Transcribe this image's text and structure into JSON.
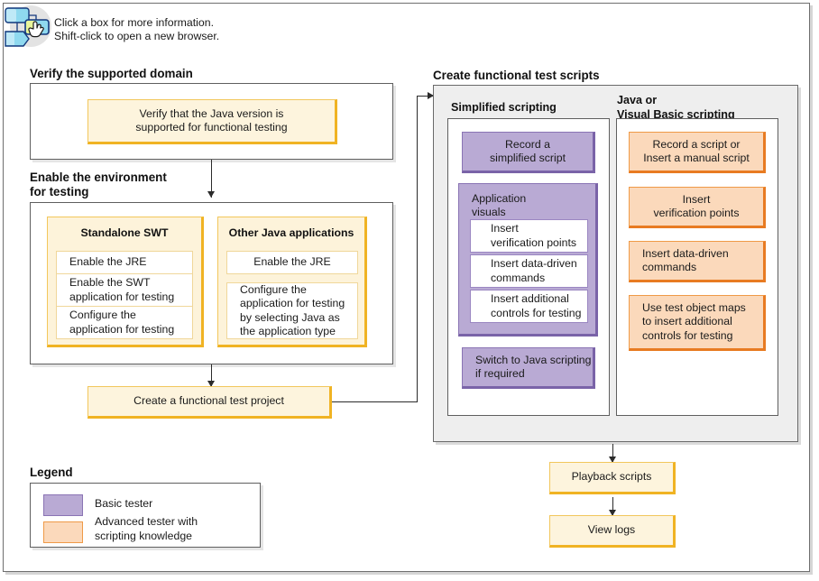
{
  "hint": {
    "icon": "diagram-click-icon",
    "line1": "Click a box for more information.",
    "line2": "Shift-click to open a new browser."
  },
  "sections": {
    "verify": {
      "heading": "Verify the supported domain",
      "node": "Verify that the Java version is\nsupported for functional testing"
    },
    "enable": {
      "heading": "Enable the environment\nfor testing",
      "groups": [
        {
          "title": "Standalone SWT",
          "steps": [
            "Enable the JRE",
            "Enable the SWT\napplication for testing",
            "Configure the\napplication for testing"
          ]
        },
        {
          "title": "Other Java applications",
          "steps": [
            "Enable the JRE",
            "Configure the\napplication for testing\nby selecting Java as\nthe application type"
          ]
        }
      ]
    },
    "project": {
      "node": "Create a functional test project"
    },
    "scripts": {
      "heading": "Create functional test scripts",
      "columns": [
        {
          "title": "Simplified scripting",
          "kind": "basic",
          "nodes": [
            {
              "type": "node",
              "label": "Record a\nsimplified script"
            },
            {
              "type": "group",
              "label": "Application\nvisuals",
              "steps": [
                "Insert\nverification points",
                "Insert data-driven\ncommands",
                "Insert additional\ncontrols for testing"
              ]
            },
            {
              "type": "node",
              "label": "Switch to Java scripting\nif required"
            }
          ]
        },
        {
          "title": "Java or\nVisual Basic scripting",
          "kind": "advanced",
          "nodes": [
            {
              "type": "node",
              "label": "Record a script or\nInsert a manual script"
            },
            {
              "type": "node",
              "label": "Insert\nverification points"
            },
            {
              "type": "node",
              "label": "Insert data-driven\ncommands"
            },
            {
              "type": "node",
              "label": "Use test object maps\nto insert additional\ncontrols for testing"
            }
          ]
        }
      ]
    },
    "playback": {
      "node": "Playback scripts"
    },
    "logs": {
      "node": "View logs"
    }
  },
  "legend": {
    "heading": "Legend",
    "items": [
      {
        "swatch": "basic-tester-swatch",
        "label": "Basic tester"
      },
      {
        "swatch": "advanced-tester-swatch",
        "label": "Advanced tester with\nscripting knowledge"
      }
    ]
  },
  "colors": {
    "yellow_fill": "#fdf4dd",
    "yellow_border": "#f0b323",
    "purple_fill": "#b9aad4",
    "purple_border": "#7a63a8",
    "orange_fill": "#fbd9bb",
    "orange_border": "#e87b22",
    "panel_gray": "#eeeeee",
    "line": "#2b2b2b"
  }
}
